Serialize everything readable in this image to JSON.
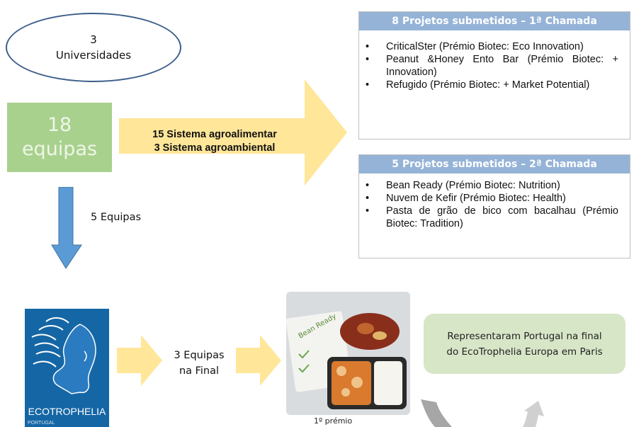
{
  "universities": {
    "count": "3",
    "label": "Universidades"
  },
  "teams": {
    "count": "18",
    "label": "equipas"
  },
  "agro": {
    "line1": "15 Sistema agroalimentar",
    "line2": "3 Sistema agroambiental"
  },
  "down_arrow_label": "5 Equipas",
  "call1": {
    "title": "8 Projetos submetidos – 1ª Chamada",
    "items": [
      "CriticalSter  (Prémio Biotec: Eco Innovation)",
      "Peanut &Honey Ento Bar (Prémio Biotec: + Innovation)",
      "Refugido (Prémio Biotec: + Market Potential)"
    ]
  },
  "call2": {
    "title": "5  Projetos submetidos – 2ª Chamada",
    "items": [
      "Bean Ready (Prémio Biotec: Nutrition)",
      "Nuvem de Kefir (Prémio Biotec: Health)",
      "Pasta de grão de bico com bacalhau (Prémio Biotec: Tradition)"
    ]
  },
  "logo": {
    "name": "ECOTROPHELIA",
    "sub": "PORTUGAL"
  },
  "final": {
    "line1": "3 Equipas",
    "line2": "na Final"
  },
  "photo": {
    "caption": "1º prémio",
    "product_label": "Bean Ready"
  },
  "result": {
    "line1": "Representaram Portugal na final",
    "line2": "do EcoTrophelia Europa em Paris"
  },
  "colors": {
    "arrow_yellow": "#ffe699",
    "arrow_blue": "#5b9bd5",
    "panel_header": "#95b3d7",
    "teams_green": "#a9d18e",
    "result_green": "#d7e6c7"
  }
}
